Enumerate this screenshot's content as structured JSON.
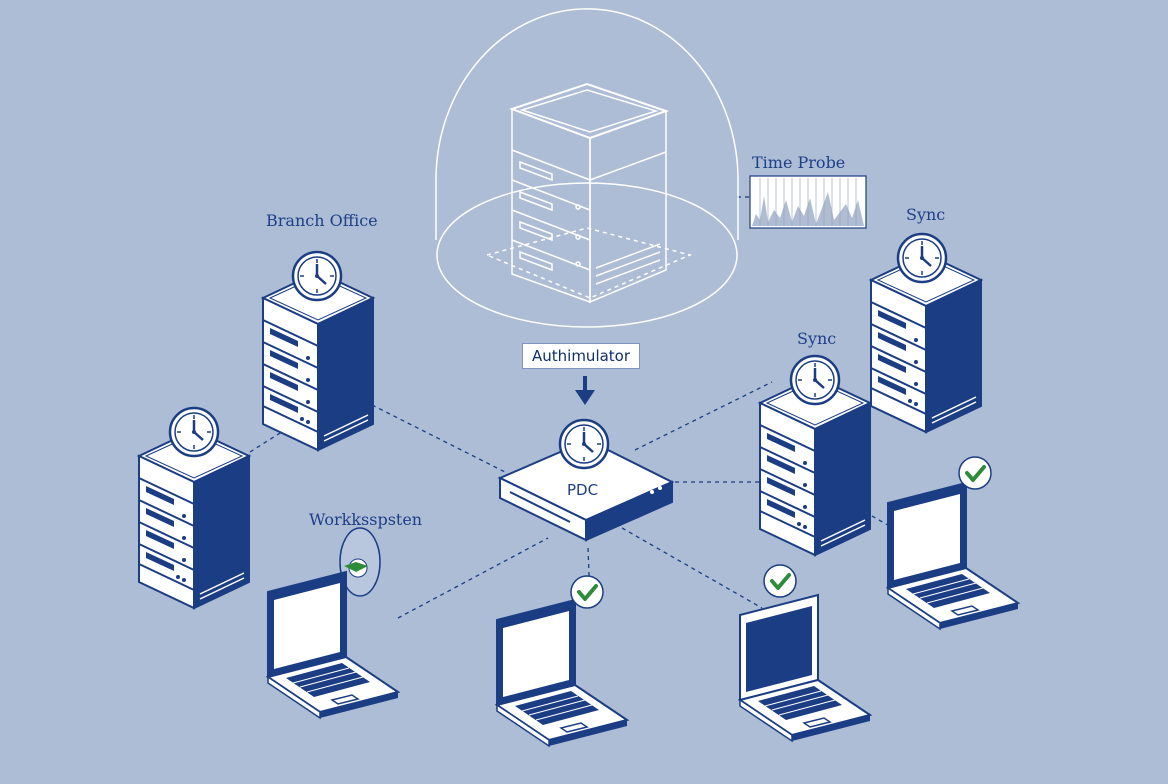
{
  "labels": {
    "branch_office": "Branch Office",
    "time_probe": "Time Probe",
    "sync_top": "Sync",
    "sync_mid": "Sync",
    "authimulator": "Authimulator",
    "pdc": "PDC",
    "workstation": "Workksspsten"
  },
  "colors": {
    "background": "#adbdd6",
    "navy": "#1b3d84",
    "outline": "#ffffff",
    "check_green": "#2e8b3a"
  },
  "nodes": {
    "central_server": {
      "icon": "server-rack-icon",
      "style": "wireframe"
    },
    "pdc": {
      "icon": "switch-appliance-icon"
    },
    "servers": [
      {
        "name": "branch-office-server",
        "clock": true
      },
      {
        "name": "left-server",
        "clock": true
      },
      {
        "name": "sync-server-top",
        "clock": true
      },
      {
        "name": "sync-server-mid",
        "clock": true
      }
    ],
    "laptops": [
      {
        "name": "laptop-workstation",
        "status": "none",
        "screen": "light"
      },
      {
        "name": "laptop-center",
        "status": "check",
        "screen": "light"
      },
      {
        "name": "laptop-dark",
        "status": "check",
        "screen": "dark"
      },
      {
        "name": "laptop-right",
        "status": "check",
        "screen": "light"
      }
    ]
  }
}
